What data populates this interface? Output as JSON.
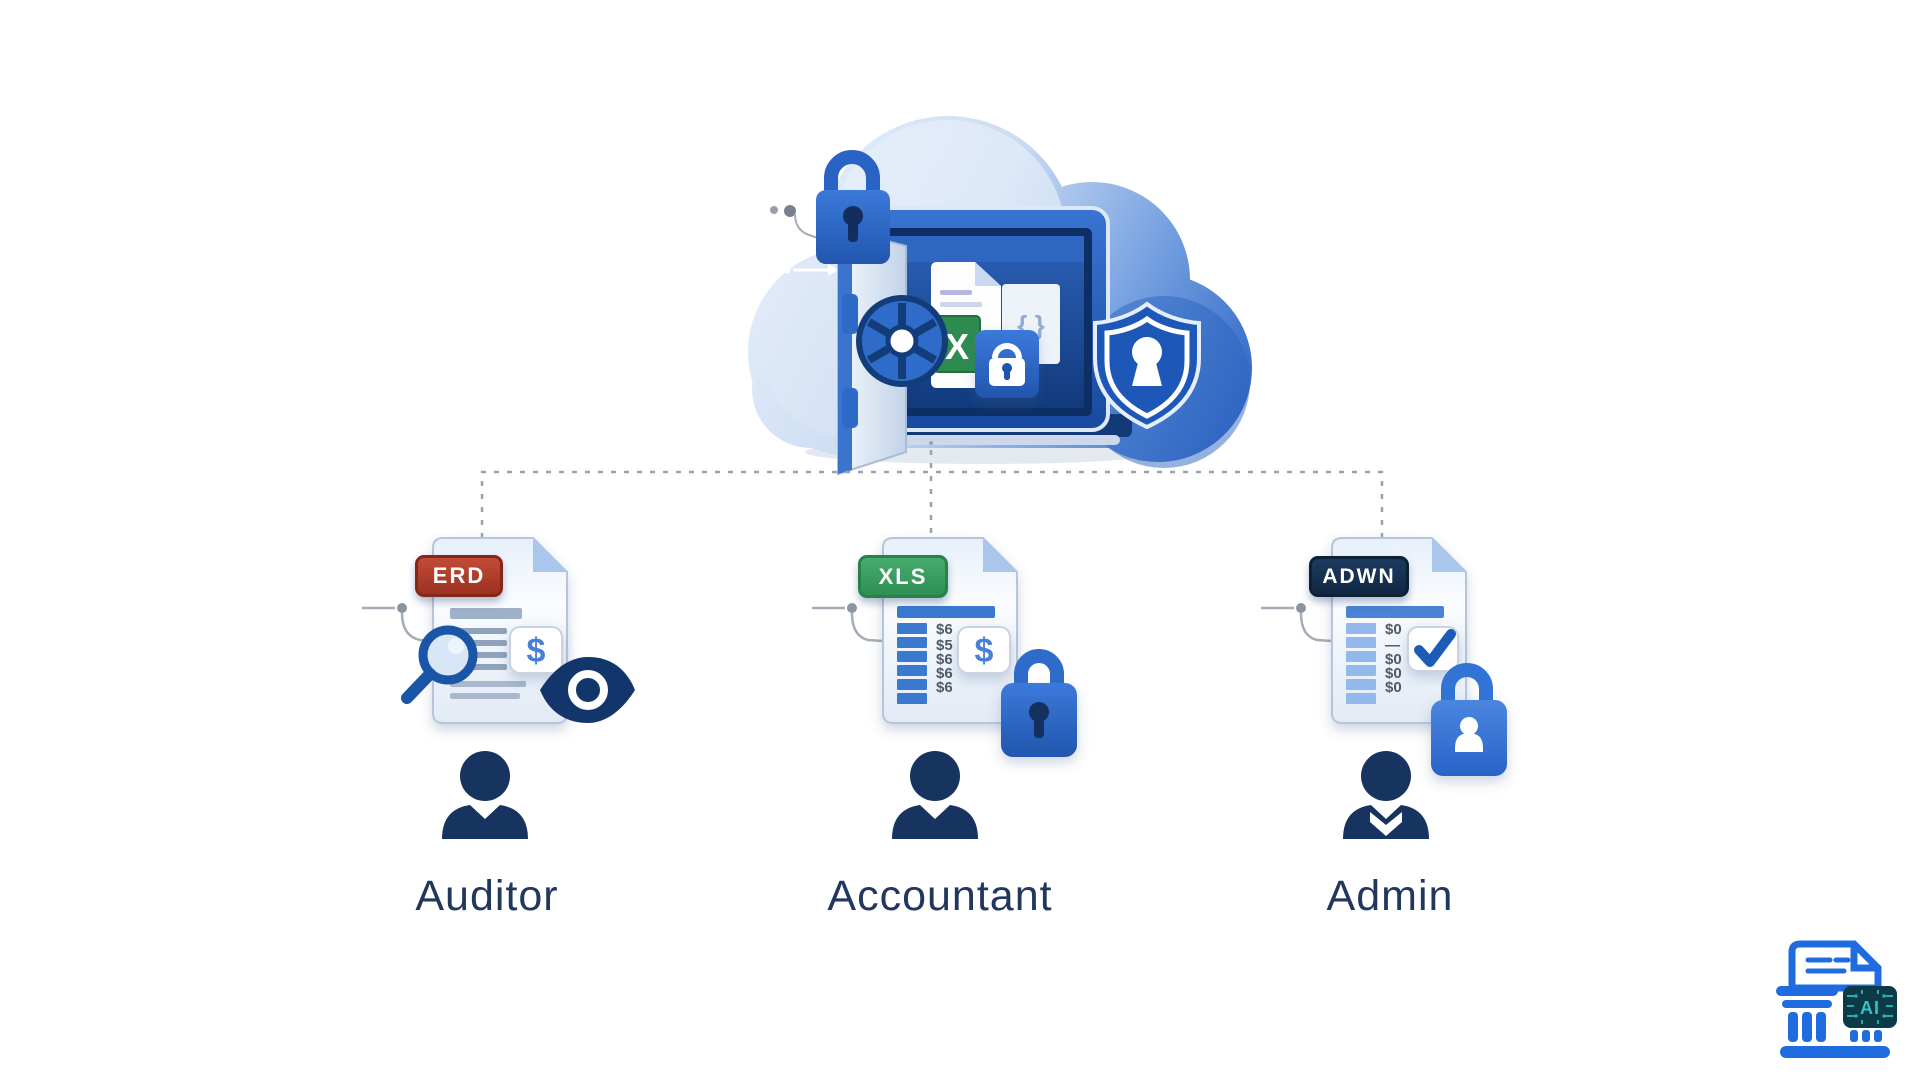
{
  "diagram_title": "",
  "vault": {
    "excel_label": "X",
    "code_label": "{ }"
  },
  "roles": [
    {
      "id": "auditor",
      "badge": "ERD",
      "label": "Auditor",
      "dollar": "$",
      "icons": [
        "magnifier-icon",
        "dollar-icon",
        "eye-icon"
      ]
    },
    {
      "id": "accountant",
      "badge": "XLS",
      "label": "Accountant",
      "dollar": "$",
      "rows": [
        "$6",
        "$5",
        "$6",
        "$6",
        "$6"
      ],
      "icons": [
        "dollar-icon",
        "padlock-icon"
      ]
    },
    {
      "id": "admin",
      "badge": "ADWN",
      "label": "Admin",
      "rows": [
        "$0",
        "—",
        "$0",
        "$0",
        "$0"
      ],
      "icons": [
        "check-icon",
        "padlock-user-icon"
      ]
    }
  ],
  "branding": {
    "ai_label": "AI"
  },
  "colors": {
    "primary_blue": "#2a66c8",
    "deep_blue": "#174a9e",
    "navy": "#16345f",
    "cloud_light": "#e9f0fa",
    "excel_green": "#2e8b50",
    "badge_red": "#b23a2a",
    "badge_green": "#3aa065",
    "badge_navy": "#16304f",
    "dash_gray": "#9aa2ac",
    "label_text": "#21375d",
    "logo_blue": "#1f6ce0",
    "chip_teal": "#35c2c8",
    "chip_bg": "#0c3a47"
  }
}
